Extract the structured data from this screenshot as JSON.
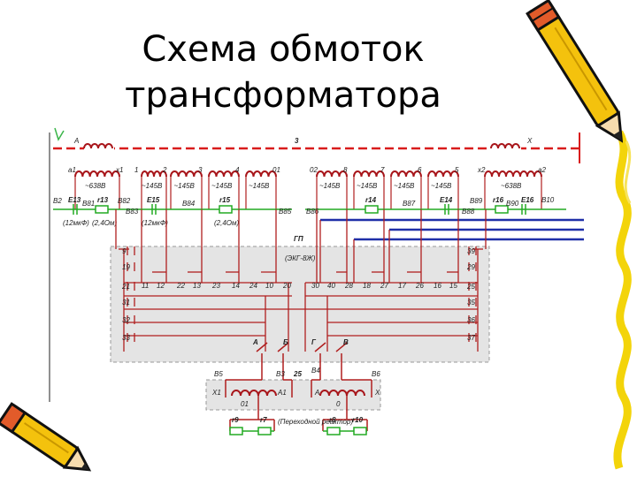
{
  "slide": {
    "title_line1": "Схема обмоток",
    "title_line2": "трансформатора"
  },
  "colors": {
    "dashed_bus": "#d91c1c",
    "winding": "#a8161b",
    "wire": "#b01e1e",
    "green_bus": "#22aa22",
    "blue_lines": "#1f2fa8",
    "panel_fill": "#e4e4e4",
    "panel_border": "#999999"
  },
  "icons": [
    "pencil-top-right-icon",
    "pencil-bottom-left-icon",
    "yellow-wavy-border"
  ],
  "diagram": {
    "top_bus": {
      "left_terminal": "A",
      "center_label": "3",
      "right_terminal": "X"
    },
    "windings_top": [
      {
        "left": "a1",
        "right": "x1",
        "voltage": "~638В"
      },
      {
        "left": "1",
        "right": "2",
        "voltage": "~145В"
      },
      {
        "left": "",
        "right": "3",
        "voltage": "~145В"
      },
      {
        "left": "",
        "right": "4",
        "voltage": "~145В"
      },
      {
        "left": "",
        "right": "01",
        "voltage": "~145В"
      },
      {
        "left": "02",
        "right": "8",
        "voltage": "~145В"
      },
      {
        "left": "",
        "right": "7",
        "voltage": "~145В"
      },
      {
        "left": "",
        "right": "6",
        "voltage": "~145В"
      },
      {
        "left": "",
        "right": "5",
        "voltage": "~145В"
      },
      {
        "left": "x2",
        "right": "a2",
        "voltage": "~638В"
      }
    ],
    "green_labels": {
      "b2": "В2",
      "e13": "E13",
      "b81": "В81",
      "r13": "r13",
      "b82": "В82",
      "c1": "(12мкФ)",
      "r1v": "(2,4Ом)",
      "b83": "В83",
      "e15": "E15",
      "b84": "В84",
      "r15": "r15",
      "b85": "В85",
      "c2": "(12мкФ)",
      "r2v": "(2,4Ом)",
      "b86": "В86",
      "r14": "r14",
      "b87": "В87",
      "e14": "E14",
      "b88": "В88",
      "b89": "В89",
      "r16": "r16",
      "b90": "В90",
      "e16": "E16",
      "b10": "В10"
    },
    "panel": {
      "label": "ГП",
      "model": "(ЭКГ-8Ж)"
    },
    "contacts_left": [
      "9",
      "19",
      "21",
      "31",
      "32",
      "33"
    ],
    "contacts_row_left": [
      "11",
      "12",
      "22",
      "13",
      "23",
      "14",
      "24",
      "10",
      "20"
    ],
    "contacts_row_right": [
      "30",
      "40",
      "28",
      "18",
      "27",
      "17",
      "26",
      "16",
      "15"
    ],
    "contacts_right": [
      "39",
      "29",
      "25",
      "35",
      "36",
      "37"
    ],
    "switches": {
      "a": "А",
      "b": "Б",
      "g": "Г",
      "v": "В"
    },
    "lower": {
      "b5": "В5",
      "b3": "В3",
      "label25": "25",
      "b4": "В4",
      "b6": "В6",
      "x1": "X1",
      "a1": "A1",
      "a": "A",
      "x": "X",
      "t01": "01",
      "t0": "0",
      "r9": "r9",
      "r7": "r7",
      "r8": "r8",
      "r10": "r10",
      "reactor": "(Переходной реактор)"
    }
  }
}
